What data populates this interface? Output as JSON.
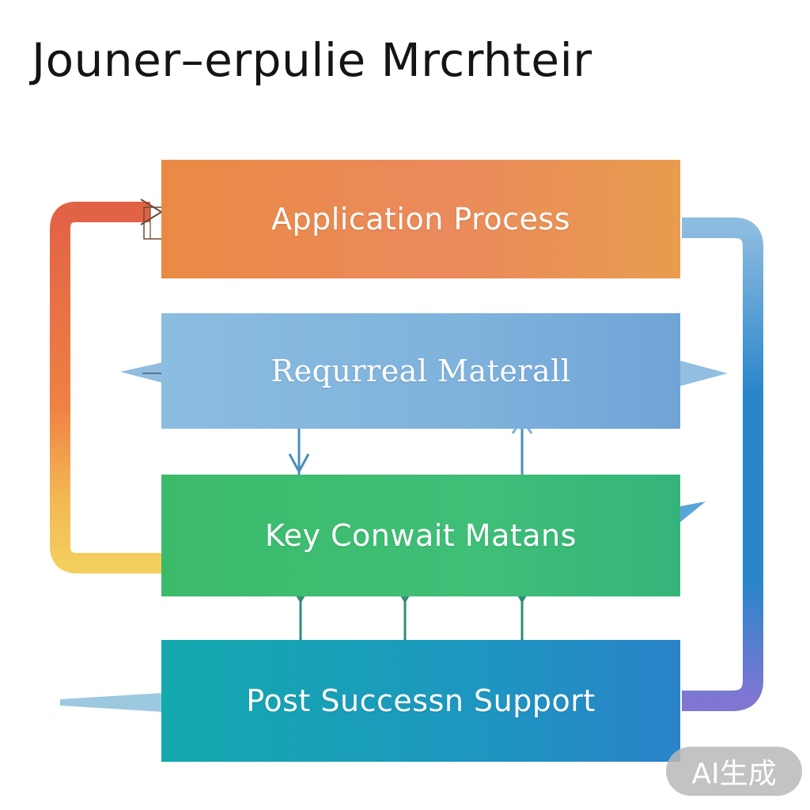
{
  "title": "Jouner–erpulie Mrcrhteir",
  "stages": {
    "application": "Application Process",
    "required": "Requrreal Materall",
    "key": "Key Conwait Matans",
    "post": "Post Successn Support"
  },
  "badge": "AI生成",
  "colors": {
    "orange": "#e98a4f",
    "blue_light": "#80b4dc",
    "green": "#3ebc70",
    "teal": "#1a9fb8",
    "left_connector_top": "#e05a3c",
    "left_connector_bottom": "#f0c84a",
    "right_connector": "#1f7fc8",
    "right_connector_bottom": "#7a6fd0"
  }
}
